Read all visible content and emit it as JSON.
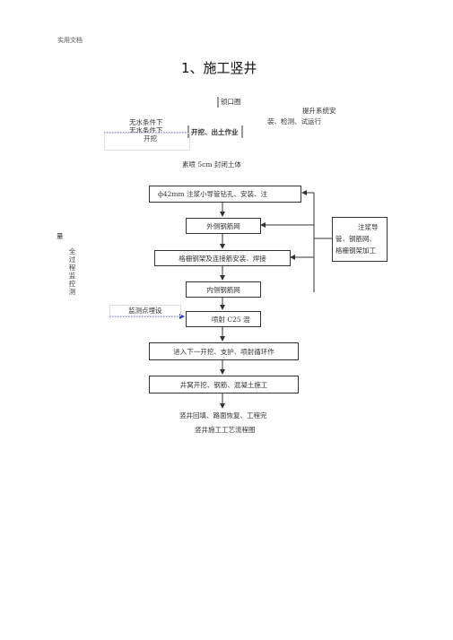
{
  "header": {
    "label": "实用文档"
  },
  "title": "1、施工竖井",
  "flow": {
    "wellhead": "锁口圈",
    "hoist_line1": "提升系统安",
    "hoist_line2": "装、检测、试运行",
    "no_water_1": "无水条件下",
    "no_water_2": "无水条件下",
    "no_water_3": "开挖",
    "excavate": "开挖、出土作业",
    "shotcrete": "素喷 5cm 封闭土体",
    "pipe_grout": "ф42mm 注浆小导管钻孔、安装、注",
    "outer_mesh": "外侧钢筋网",
    "grid_frame": "格栅钢架及连接筋安装、焊接",
    "inner_mesh": "内侧钢筋网",
    "spray_c25": "喷射 C25 混",
    "next_cycle": "进入下一开挖、支护、喷射循环作",
    "sump": "井窝开挖、钢筋、混凝土施工",
    "backfill": "竖井回填、路面恢复、工程完",
    "caption": "竖井施工工艺流程图"
  },
  "side_notes": {
    "material_1": "注浆导",
    "material_2": "管、钢筋网、",
    "material_3": "格栅钢架加工",
    "left_char": "量",
    "monitor_vertical": [
      "全",
      "过",
      "程",
      "监",
      "控",
      "测"
    ],
    "monitor_point": "监测点埋设"
  },
  "colors": {
    "accent_dotted": "#2233cc",
    "line": "#333333"
  }
}
